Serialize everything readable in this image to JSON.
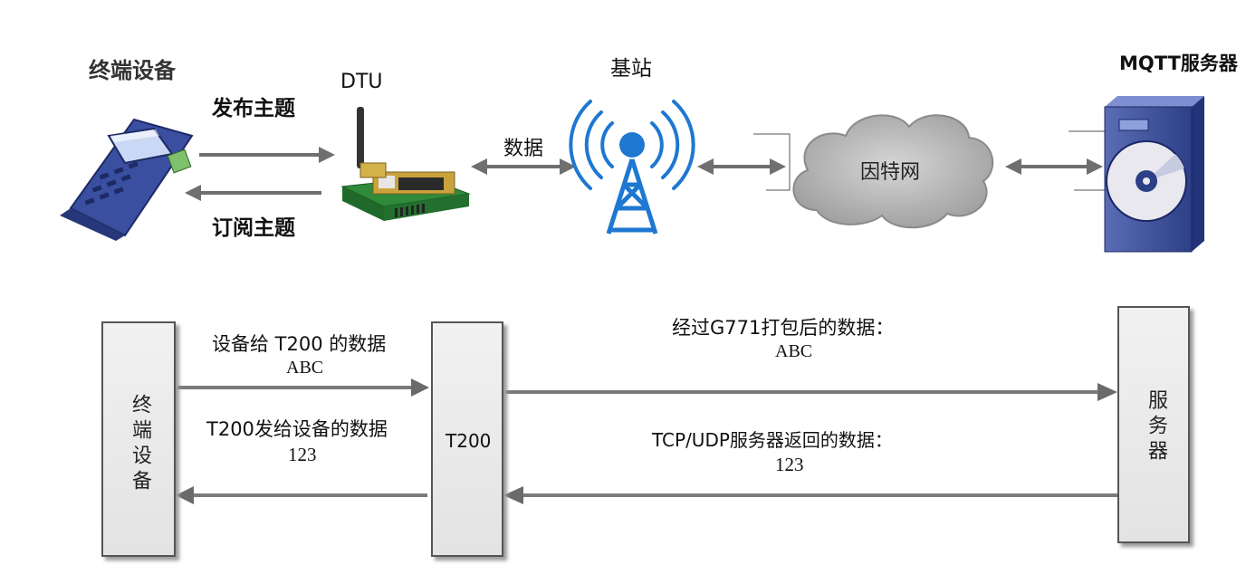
{
  "top": {
    "terminal_title": "终端设备",
    "dtu_title": "DTU",
    "publish_label": "发布主题",
    "subscribe_label": "订阅主题",
    "data_label": "数据",
    "base_station_title": "基站",
    "internet_label": "因特网",
    "server_title": "MQTT服务器"
  },
  "sequence": {
    "left_box": "终端设备",
    "middle_box": "T200",
    "right_box": "服务器",
    "msg1_line1": "设备给 T200 的数据",
    "msg1_line2": "ABC",
    "msg2_line1": "T200发给设备的数据",
    "msg2_line2": "123",
    "msg3_line1": "经过G771打包后的数据：",
    "msg3_line2": "ABC",
    "msg4_line1": "TCP/UDP服务器返回的数据：",
    "msg4_line2": "123"
  },
  "colors": {
    "arrow": "#7a7a7a",
    "signal_blue": "#1e78d2",
    "cloud": "#9a9a9a",
    "server": "#3b4f9a"
  }
}
